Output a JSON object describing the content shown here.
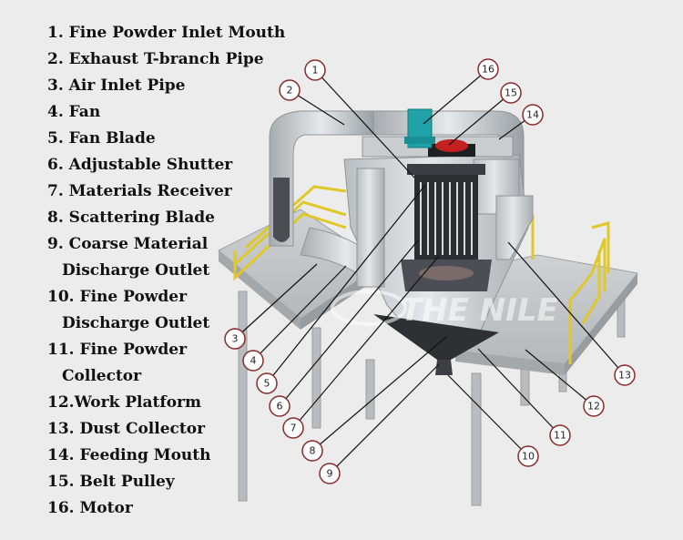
{
  "legend": [
    {
      "num": "1",
      "text": "1. Fine Powder Inlet Mouth"
    },
    {
      "num": "2",
      "text": "2. Exhaust T-branch Pipe"
    },
    {
      "num": "3",
      "text": "3. Air Inlet Pipe"
    },
    {
      "num": "4",
      "text": "4. Fan"
    },
    {
      "num": "5",
      "text": "5. Fan Blade"
    },
    {
      "num": "6",
      "text": "6. Adjustable Shutter"
    },
    {
      "num": "7",
      "text": "7. Materials Receiver"
    },
    {
      "num": "8",
      "text": "8. Scattering Blade"
    },
    {
      "num": "9",
      "text": "9. Coarse Material",
      "cont": "Discharge Outlet"
    },
    {
      "num": "10",
      "text": "10. Fine Powder",
      "cont": "Discharge Outlet"
    },
    {
      "num": "11",
      "text": "11. Fine Powder",
      "cont": "Collector"
    },
    {
      "num": "12",
      "text": "12.Work Platform"
    },
    {
      "num": "13",
      "text": "13. Dust Collector"
    },
    {
      "num": "14",
      "text": "14. Feeding Mouth"
    },
    {
      "num": "15",
      "text": "15. Belt Pulley"
    },
    {
      "num": "16",
      "text": "16. Motor"
    }
  ],
  "callouts": [
    "1",
    "2",
    "3",
    "4",
    "5",
    "6",
    "7",
    "8",
    "9",
    "10",
    "11",
    "12",
    "13",
    "14",
    "15",
    "16"
  ],
  "watermark": "THE NILE",
  "colors": {
    "background": "#ececec",
    "callout_ring": "#8a2a2a",
    "callout_fill": "#ffffff",
    "leader_line": "#111111",
    "railing": "#e0c72a",
    "machine_body": "#d8dcdf",
    "machine_dark": "#2a2c30",
    "motor": "#1fa3a8",
    "pulley": "#c42020"
  }
}
